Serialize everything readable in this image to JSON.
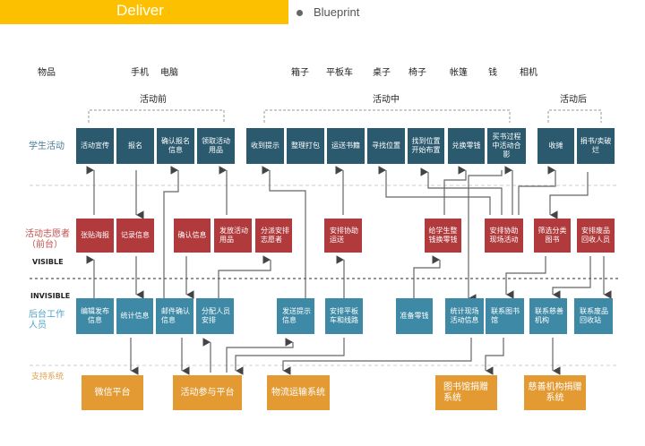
{
  "header": {
    "section": "Deliver",
    "subtitle": "Blueprint",
    "accent": "#fcc000"
  },
  "items": {
    "label": "物品",
    "list": [
      "手机",
      "电脑",
      "箱子",
      "平板车",
      "桌子",
      "椅子",
      "帐篷",
      "钱",
      "相机"
    ]
  },
  "phases": [
    "活动前",
    "活动中",
    "活动后"
  ],
  "lanes": {
    "student": "学生活动",
    "volunteer_line1": "活动志愿者",
    "volunteer_line2": "（前台）",
    "visible": "VISIBLE",
    "invisible": "INVISIBLE",
    "backstage_line1": "后台工作",
    "backstage_line2": "人员",
    "support": "支持系统"
  },
  "student_actions": [
    "活动宣传",
    "报名",
    "确认报名信息",
    "领取活动用品",
    "收到提示",
    "整理打包",
    "运送书籍",
    "寻找位置",
    "找到位置开始布置",
    "兑换零钱",
    "买书过程中活动合影",
    "收摊",
    "捐书/卖破烂"
  ],
  "frontstage": [
    "张贴海报",
    "记录信息",
    "确认信息",
    "发放活动用品",
    "分派安排志愿者",
    "安排协助运送",
    "给学生整钱换零钱",
    "安排协助现场活动",
    "筛选分类图书",
    "安排废品回收人员"
  ],
  "backstage": [
    "编辑发布信息",
    "统计信息",
    "邮件确认信息",
    "分配人员安排",
    "发送提示信息",
    "安排平板车和线路",
    "准备零钱",
    "统计现场活动信息",
    "联系图书馆",
    "联系慈善机构",
    "联系废品回收站"
  ],
  "support": [
    "微信平台",
    "活动参与平台",
    "物流运输系统",
    "图书馆捐赠系统",
    "慈善机构捐赠系统"
  ],
  "colors": {
    "student": "#2b5a6f",
    "frontstage": "#b03a3c",
    "backstage": "#3e8aa6",
    "support": "#e39a33"
  }
}
